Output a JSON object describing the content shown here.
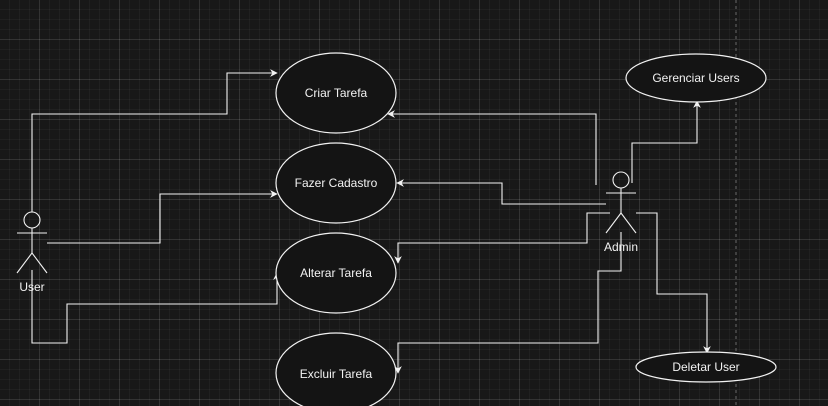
{
  "diagram": {
    "actors": [
      {
        "id": "user",
        "label": "User"
      },
      {
        "id": "admin",
        "label": "Admin"
      }
    ],
    "use_cases": [
      {
        "id": "criar",
        "label": "Criar Tarefa"
      },
      {
        "id": "cadastro",
        "label": "Fazer Cadastro"
      },
      {
        "id": "alterar",
        "label": "Alterar Tarefa"
      },
      {
        "id": "excluir",
        "label": "Excluir Tarefa"
      },
      {
        "id": "gerenciar",
        "label": "Gerenciar Users"
      },
      {
        "id": "deletar",
        "label": "Deletar User"
      }
    ],
    "connections": [
      {
        "from": "user",
        "to": "criar"
      },
      {
        "from": "user",
        "to": "cadastro"
      },
      {
        "from": "user",
        "to": "alterar"
      },
      {
        "from": "admin",
        "to": "criar"
      },
      {
        "from": "admin",
        "to": "cadastro"
      },
      {
        "from": "admin",
        "to": "alterar"
      },
      {
        "from": "admin",
        "to": "excluir"
      },
      {
        "from": "admin",
        "to": "gerenciar"
      },
      {
        "from": "admin",
        "to": "deletar"
      }
    ]
  }
}
